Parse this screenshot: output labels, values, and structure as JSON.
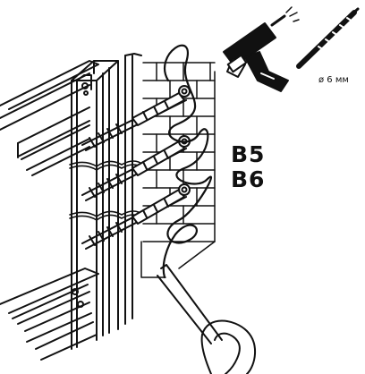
{
  "labels": {
    "drill_bit_size": "ø 6 мм",
    "codes": [
      "B5",
      "B6"
    ]
  },
  "icons": {
    "drill": "power-drill-icon",
    "bit": "drill-bit-icon"
  },
  "colors": {
    "ink": "#111111",
    "paper": "#ffffff"
  }
}
